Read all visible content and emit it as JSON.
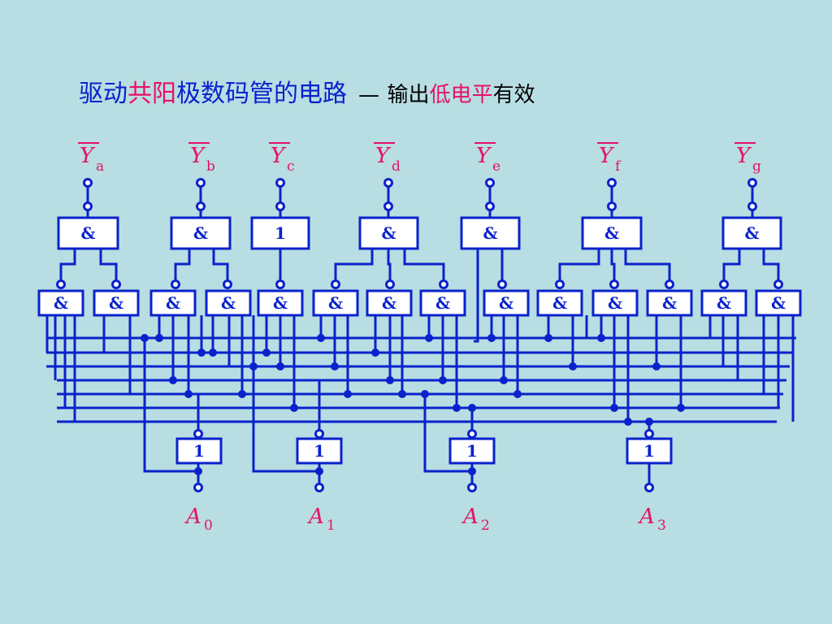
{
  "title": {
    "parts": [
      {
        "text": "驱动",
        "color": "#0a22cc"
      },
      {
        "text": "共阳",
        "color": "#e8106a"
      },
      {
        "text": "极数码管的电路",
        "color": "#0a22cc"
      }
    ],
    "dash": "—",
    "suffix_parts": [
      {
        "text": "输出",
        "color": "#000000"
      },
      {
        "text": "低电平",
        "color": "#e8106a"
      },
      {
        "text": "有效",
        "color": "#000000"
      }
    ]
  },
  "outputs": [
    {
      "name": "Y",
      "sub": "a",
      "inverted": true
    },
    {
      "name": "Y",
      "sub": "b",
      "inverted": true
    },
    {
      "name": "Y",
      "sub": "c",
      "inverted": true
    },
    {
      "name": "Y",
      "sub": "d",
      "inverted": true
    },
    {
      "name": "Y",
      "sub": "e",
      "inverted": true
    },
    {
      "name": "Y",
      "sub": "f",
      "inverted": true
    },
    {
      "name": "Y",
      "sub": "g",
      "inverted": true
    }
  ],
  "inputs": [
    {
      "name": "A",
      "sub": "0"
    },
    {
      "name": "A",
      "sub": "1"
    },
    {
      "name": "A",
      "sub": "2"
    },
    {
      "name": "A",
      "sub": "3"
    }
  ],
  "output_gates": [
    "&",
    "&",
    "1",
    "&",
    "&",
    "&",
    "&"
  ],
  "and_gates": [
    "&",
    "&",
    "&",
    "&",
    "&",
    "&",
    "&",
    "&",
    "&",
    "&",
    "&",
    "&",
    "&",
    "&"
  ],
  "inverter_gates": [
    "1",
    "1",
    "1",
    "1"
  ],
  "colors": {
    "wire": "#0a22cc",
    "label": "#e8106a",
    "background": "#b8dde2"
  }
}
